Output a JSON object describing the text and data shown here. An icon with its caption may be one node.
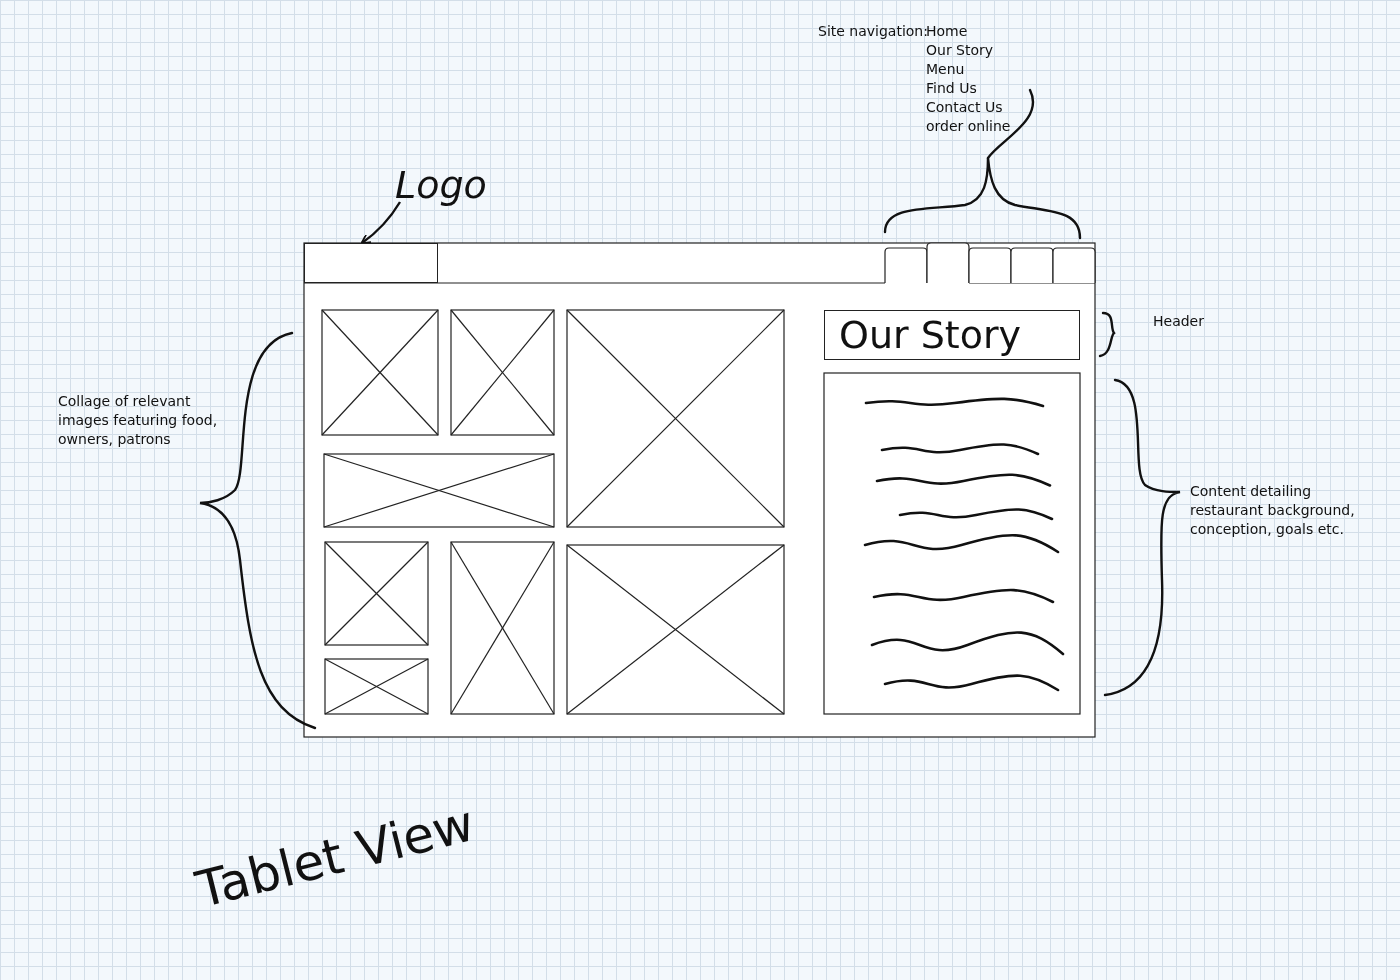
{
  "diagram": {
    "caption": "Tablet View",
    "nodes": [
      {
        "text": [
          "Logo"
        ]
      },
      {
        "text": [],
        "shape": "box"
      },
      {
        "text": [
          "Our Story"
        ]
      }
    ],
    "edges": [
      {
        "from": 0,
        "to": 1,
        "arrow": "to"
      }
    ],
    "labels": [
      "Site navigation:",
      "Home",
      "Our Story",
      "Menu",
      "Find Us",
      "Contact Us",
      "order online",
      "Header",
      "Collage of relevant images featuring food, owners, patrons",
      "Content detailing restaurant background, conception, goals etc."
    ]
  }
}
